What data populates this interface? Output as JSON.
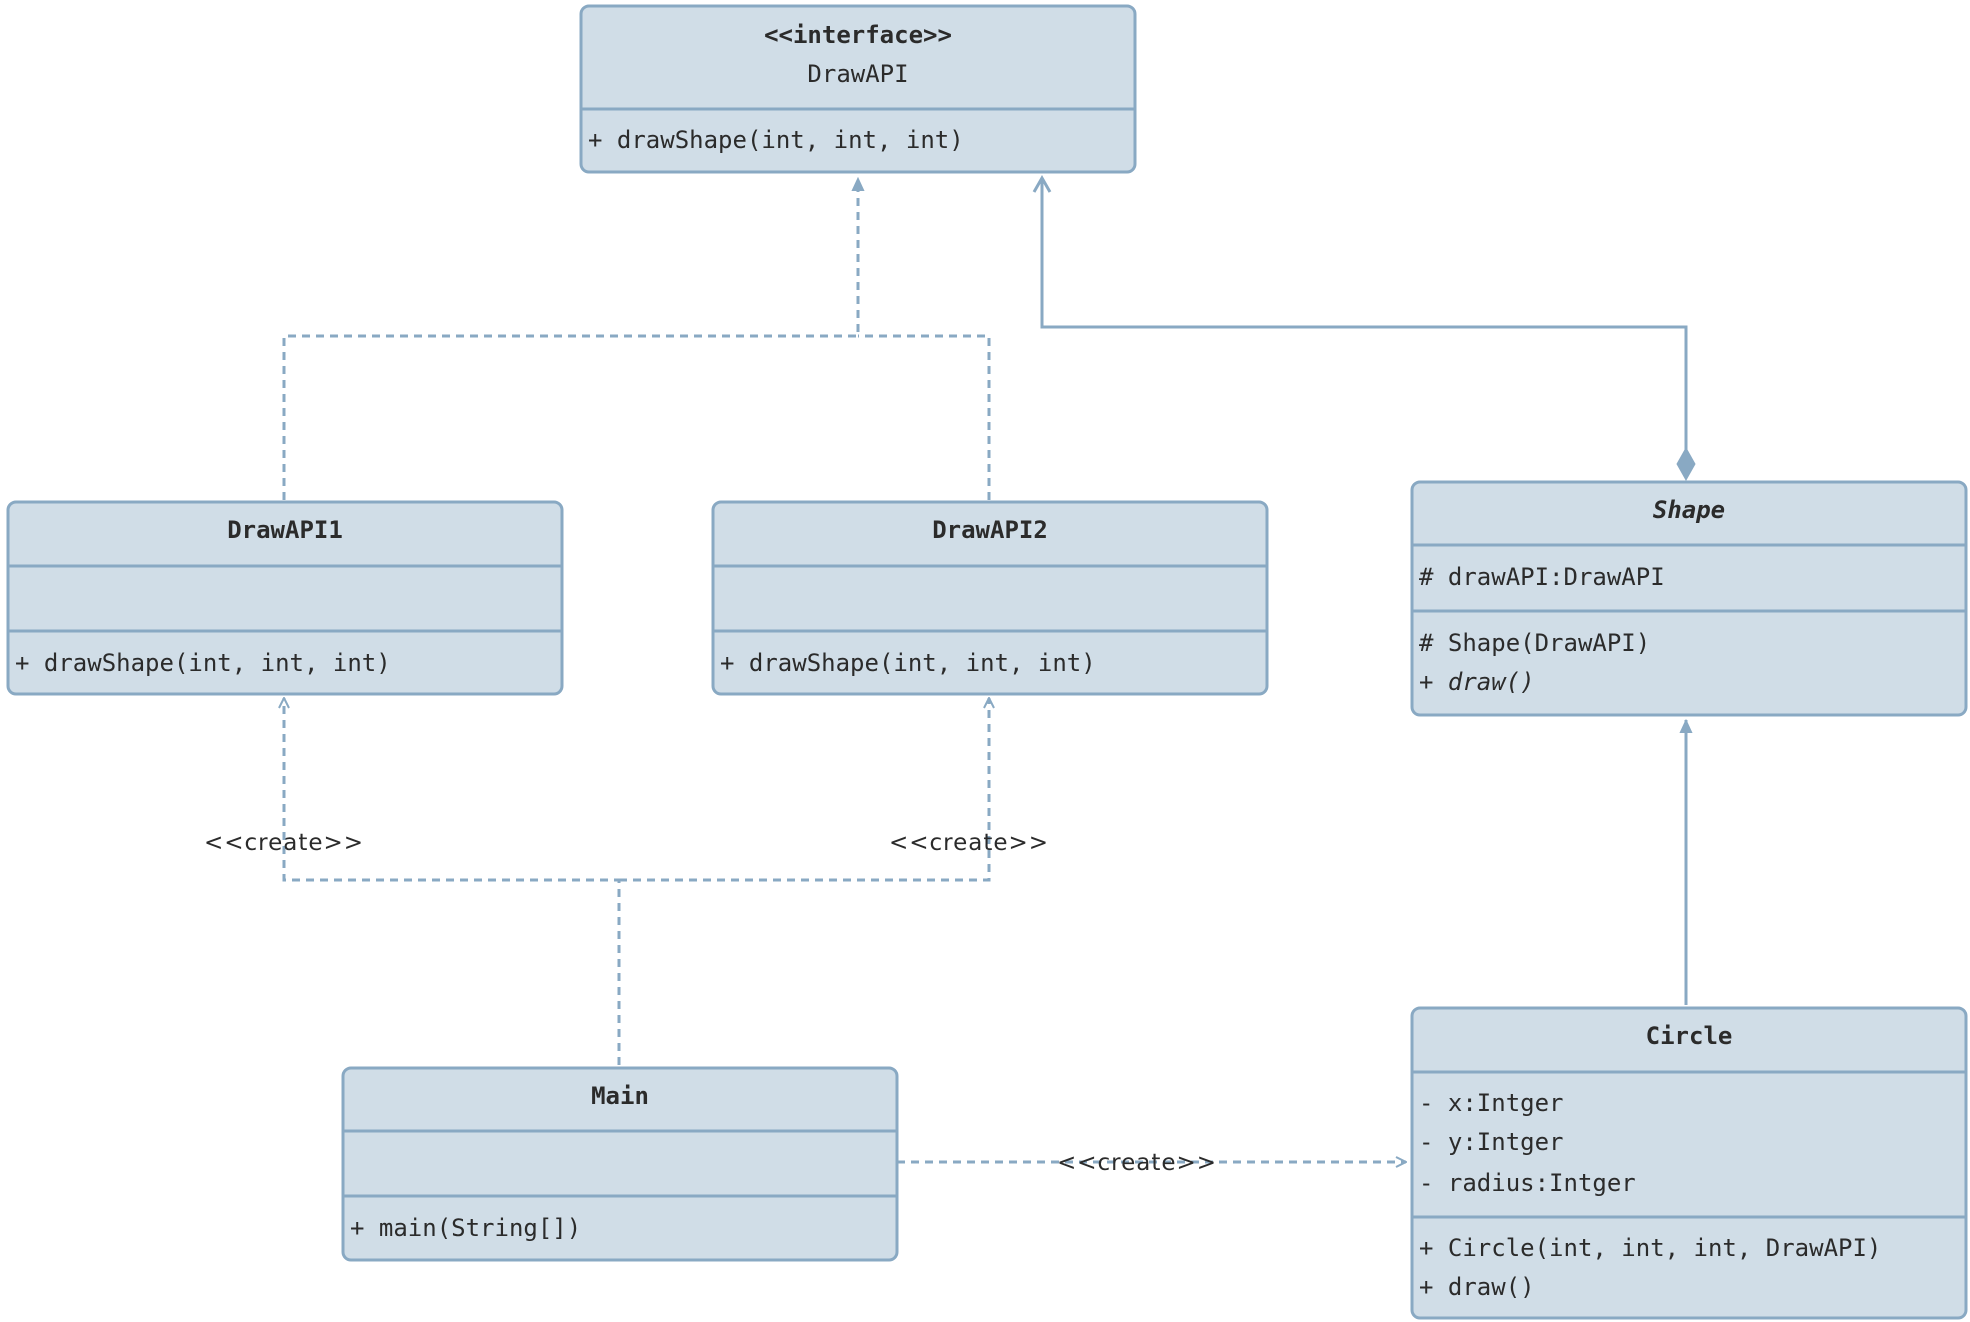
{
  "colors": {
    "box_fill": "#d0dde7",
    "box_stroke": "#89a9c3",
    "line": "#89a9c3",
    "text": "#2b2b2b",
    "background": "#ffffff"
  },
  "classes": {
    "drawapi": {
      "stereotype": "<<interface>>",
      "name": "DrawAPI",
      "attributes": [],
      "methods": [
        "+ drawShape(int, int, int)"
      ]
    },
    "drawapi1": {
      "name": "DrawAPI1",
      "attributes": [],
      "methods": [
        "+ drawShape(int, int, int)"
      ]
    },
    "drawapi2": {
      "name": "DrawAPI2",
      "attributes": [],
      "methods": [
        "+ drawShape(int, int, int)"
      ]
    },
    "shape": {
      "name": "Shape",
      "attributes": [
        "# drawAPI:DrawAPI"
      ],
      "methods": [
        "# Shape(DrawAPI)",
        "+ draw()"
      ]
    },
    "main": {
      "name": "Main",
      "attributes": [],
      "methods": [
        "+ main(String[])"
      ]
    },
    "circle": {
      "name": "Circle",
      "attributes": [
        "- x:Intger",
        "- y:Intger",
        "- radius:Intger"
      ],
      "methods": [
        "+ Circle(int, int, int, DrawAPI)",
        "+ draw()"
      ]
    }
  },
  "relations": {
    "main_to_drawapi1": "<<create>>",
    "main_to_drawapi2": "<<create>>",
    "main_to_circle": "<<create>>"
  }
}
